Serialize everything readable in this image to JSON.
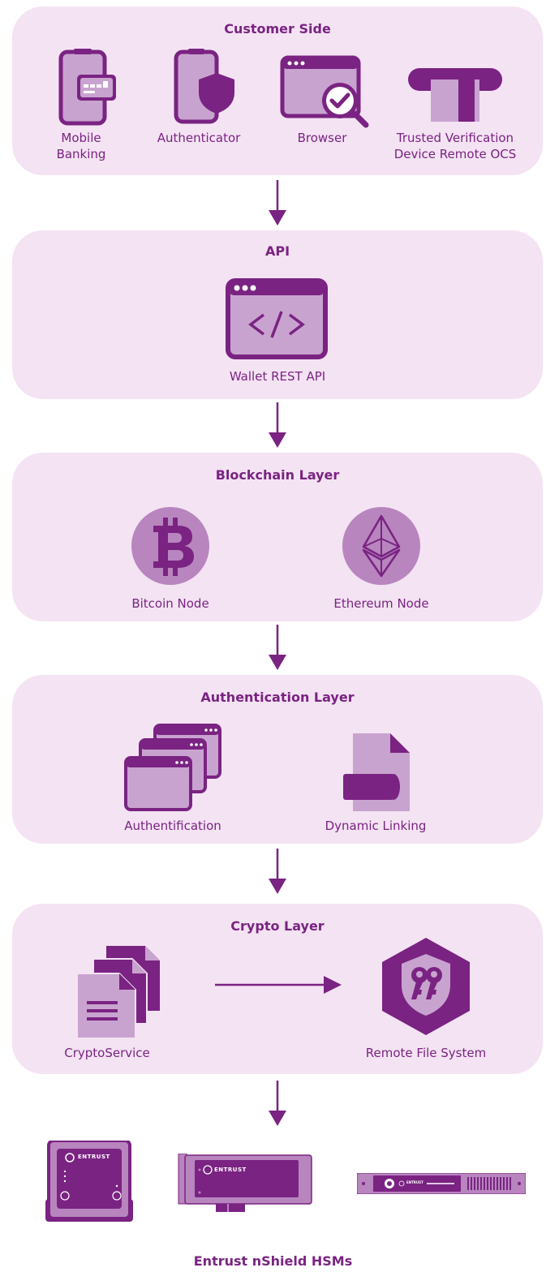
{
  "layers": [
    {
      "title": "Customer Side",
      "items": [
        {
          "label": "Mobile\nBanking",
          "icon": "mobile-card-icon"
        },
        {
          "label": "Authenticator",
          "icon": "phone-shield-icon"
        },
        {
          "label": "Browser",
          "icon": "browser-check-icon"
        },
        {
          "label": "Trusted Verification\nDevice Remote OCS",
          "icon": "card-reader-icon"
        }
      ]
    },
    {
      "title": "API",
      "items": [
        {
          "label": "Wallet REST API",
          "icon": "code-window-icon"
        }
      ]
    },
    {
      "title": "Blockchain Layer",
      "items": [
        {
          "label": "Bitcoin Node",
          "icon": "bitcoin-icon"
        },
        {
          "label": "Ethereum Node",
          "icon": "ethereum-icon"
        }
      ]
    },
    {
      "title": "Authentication Layer",
      "items": [
        {
          "label": "Authentification",
          "icon": "stacked-windows-icon"
        },
        {
          "label": "Dynamic Linking",
          "icon": "document-link-icon"
        }
      ]
    },
    {
      "title": "Crypto Layer",
      "items": [
        {
          "label": "CryptoService",
          "icon": "stacked-documents-icon"
        },
        {
          "label": "Remote File System",
          "icon": "keys-hexagon-icon"
        }
      ]
    }
  ],
  "hsm": {
    "brand": "ENTRUST",
    "title": "Entrust nShield HSMs"
  },
  "colors": {
    "primary": "#7a2382",
    "panel": "#f4e3f3",
    "light_purple": "#c9a3cf",
    "mid_purple": "#b885bf"
  }
}
